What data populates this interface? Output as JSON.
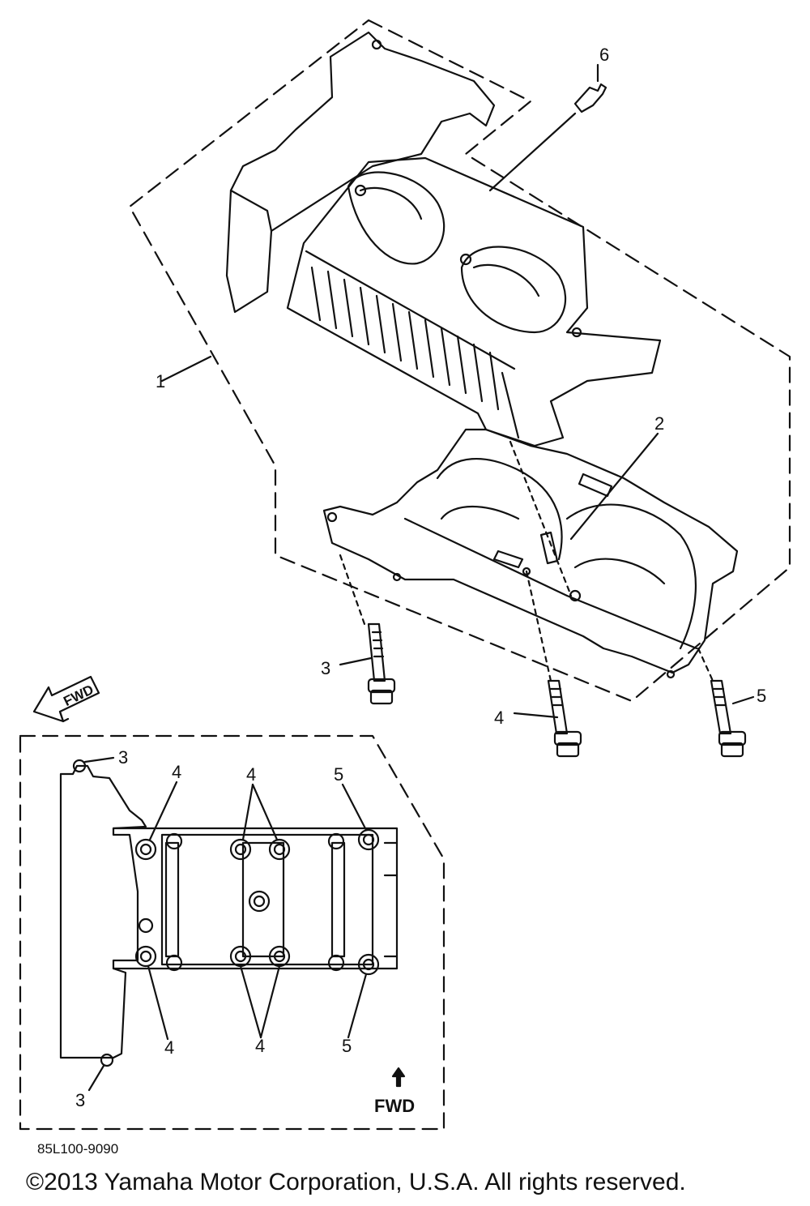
{
  "diagram": {
    "callouts": {
      "c1": "1",
      "c2": "2",
      "c3": "3",
      "c4": "4",
      "c5": "5",
      "c6": "6"
    },
    "fwd_arrow_label": "FWD",
    "inset": {
      "fwd_label": "FWD",
      "callouts": {
        "top_left_3": "3",
        "top_4a": "4",
        "top_4b": "4",
        "top_5": "5",
        "bottom_4a": "4",
        "bottom_4b": "4",
        "bottom_5": "5",
        "bottom_left_3": "3"
      }
    }
  },
  "footer": {
    "drawing_id": "85L100-9090",
    "copyright": "©2013 Yamaha Motor Corporation, U.S.A. All rights reserved."
  }
}
